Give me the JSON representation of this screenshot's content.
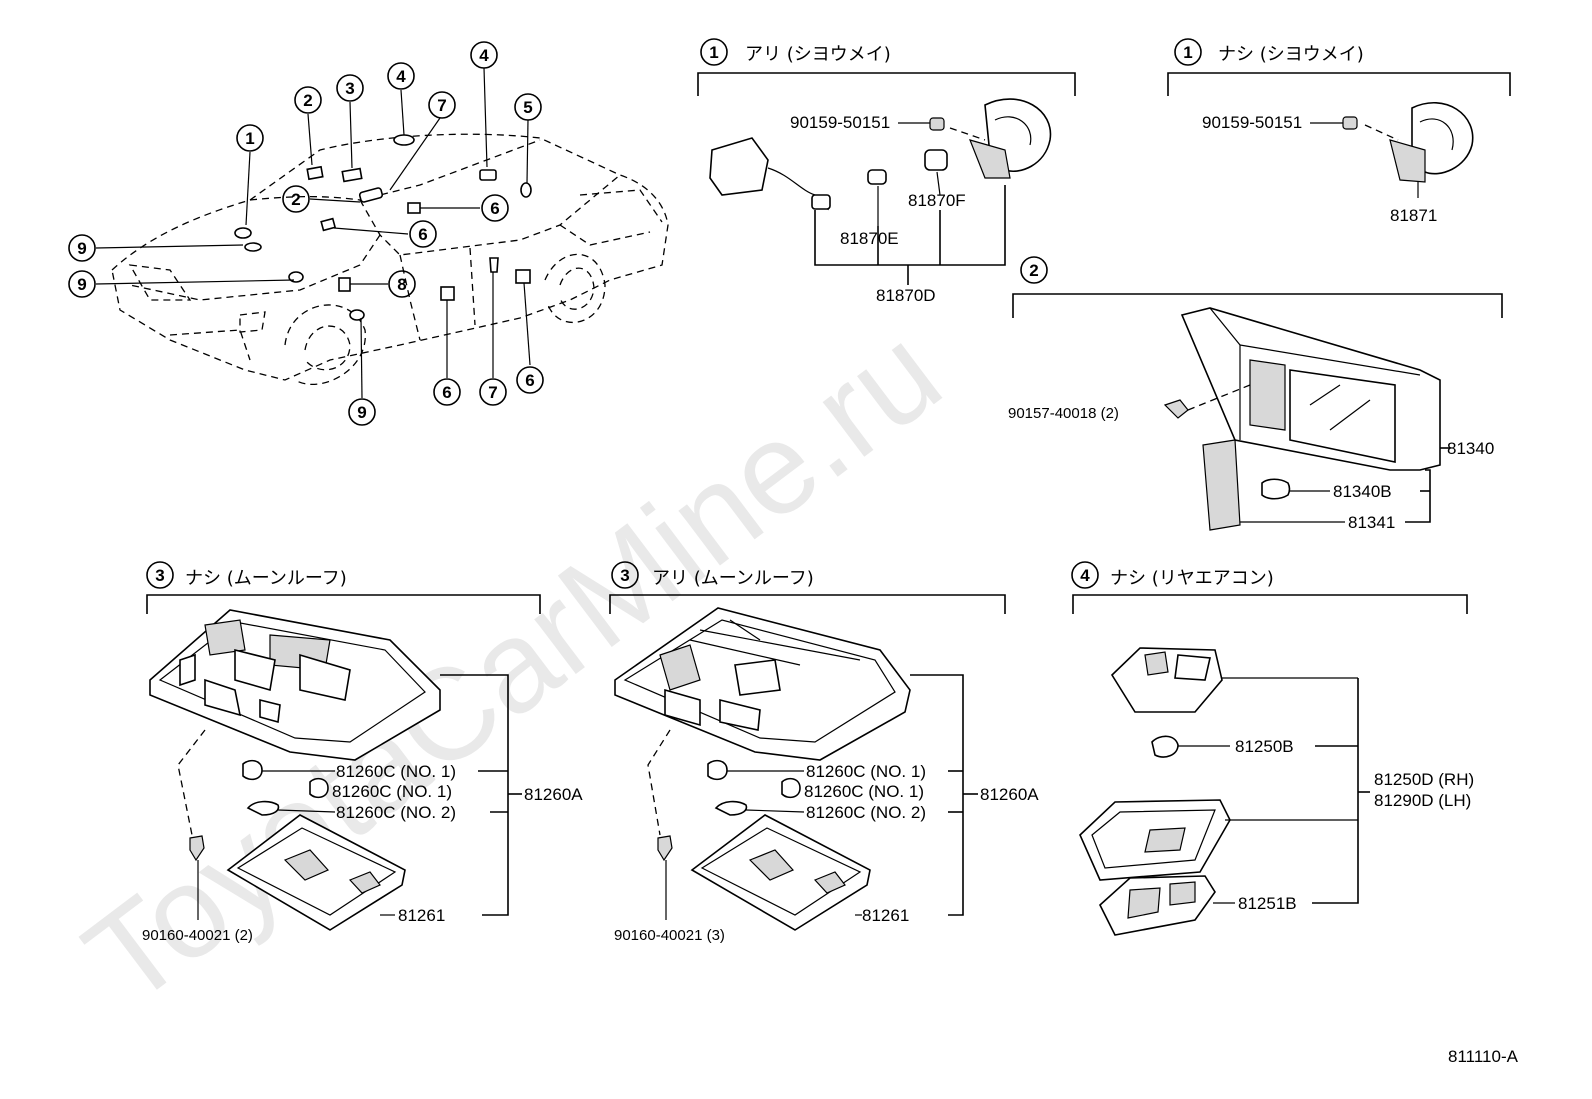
{
  "watermark": "ToyotaCarMine.ru",
  "diagram_code": "811110-A",
  "callouts": {
    "c1": "1",
    "c2": "2",
    "c3": "3",
    "c4": "4",
    "c5": "5",
    "c6": "6",
    "c7": "7",
    "c8": "8",
    "c9": "9"
  },
  "section1a": {
    "marker": "1",
    "header": "アリ (シヨウメイ)",
    "parts": [
      "90159-50151",
      "81870F",
      "81870E",
      "81870D"
    ]
  },
  "section1b": {
    "marker": "1",
    "header": "ナシ (シヨウメイ)",
    "parts": [
      "90159-50151",
      "81871"
    ]
  },
  "section2": {
    "marker": "2",
    "parts": [
      "90157-40018 (2)",
      "81340",
      "81340B",
      "81341"
    ]
  },
  "section3a": {
    "marker": "3",
    "header": "ナシ (ムーンルーフ)",
    "parts": [
      "81260C (NO. 1)",
      "81260C (NO. 1)",
      "81260C (NO. 2)",
      "81260A",
      "81261",
      "90160-40021 (2)"
    ]
  },
  "section3b": {
    "marker": "3",
    "header": "アリ (ムーンルーフ)",
    "parts": [
      "81260C (NO. 1)",
      "81260C (NO. 1)",
      "81260C (NO. 2)",
      "81260A",
      "81261",
      "90160-40021 (3)"
    ]
  },
  "section4": {
    "marker": "4",
    "header": "ナシ (リヤエアコン)",
    "parts": [
      "81250B",
      "81250D (RH)",
      "81290D (LH)",
      "81251B"
    ]
  }
}
